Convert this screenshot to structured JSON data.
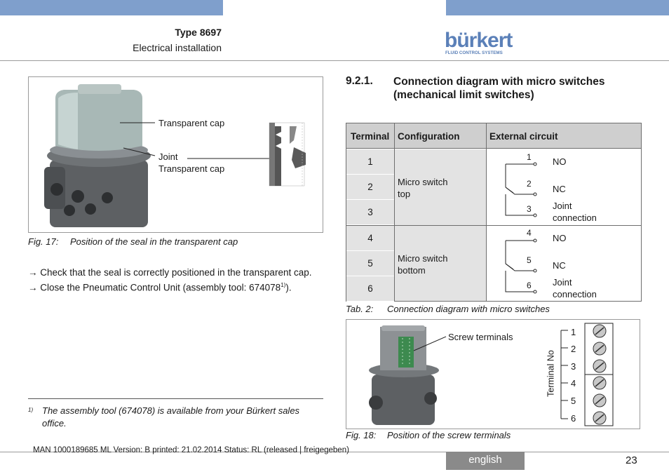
{
  "header": {
    "type_label": "Type 8697",
    "subtitle": "Electrical installation",
    "logo_text": "bürkert",
    "logo_sub": "FLUID CONTROL SYSTEMS"
  },
  "figure17": {
    "label_cap": "Transparent cap",
    "label_joint_1": "Joint",
    "label_joint_2": "Transparent cap",
    "caption_num": "Fig. 17:",
    "caption_text": "Position of the seal in the transparent cap"
  },
  "steps": [
    {
      "arrow": "→",
      "text": "Check that the seal is correctly positioned in the transparent cap."
    },
    {
      "arrow": "→",
      "text": "Close the Pneumatic Control Unit (assembly tool: 674078",
      "sup": "1)",
      "end": ")."
    }
  ],
  "footnote": {
    "mark": "1)",
    "text": "The assembly tool (674078) is available from your Bürkert sales office."
  },
  "section": {
    "number": "9.2.1.",
    "title": "Connection diagram with micro switches (mechanical limit switches)"
  },
  "table": {
    "headers": [
      "Terminal",
      "Configuration",
      "External circuit"
    ],
    "terminals": [
      "1",
      "2",
      "3",
      "4",
      "5",
      "6"
    ],
    "groups": [
      {
        "config_1": "Micro switch",
        "config_2": "top",
        "n1": "1",
        "n2": "2",
        "n3": "3",
        "no": "NO",
        "nc": "NC",
        "joint_1": "Joint",
        "joint_2": "connection"
      },
      {
        "config_1": "Micro switch",
        "config_2": "bottom",
        "n1": "4",
        "n2": "5",
        "n3": "6",
        "no": "NO",
        "nc": "NC",
        "joint_1": "Joint",
        "joint_2": "connection"
      }
    ],
    "caption_num": "Tab. 2:",
    "caption_text": "Connection diagram with micro switches"
  },
  "figure18": {
    "label_screw": "Screw terminals",
    "axis_label": "Terminal No",
    "terminal_numbers": [
      "1",
      "2",
      "3",
      "4",
      "5",
      "6"
    ],
    "caption_num": "Fig. 18:",
    "caption_text": "Position of the screw terminals"
  },
  "footer": {
    "meta": "MAN  1000189685  ML  Version: B  printed: 21.02.2014 Status: RL (released | freigegeben)",
    "language": "english",
    "page": "23"
  },
  "colors": {
    "accent_bar": "#7f9fcc",
    "table_header": "#cfcfcf",
    "table_cell": "#e3e3e3",
    "language_tab": "#8a8a8a"
  }
}
